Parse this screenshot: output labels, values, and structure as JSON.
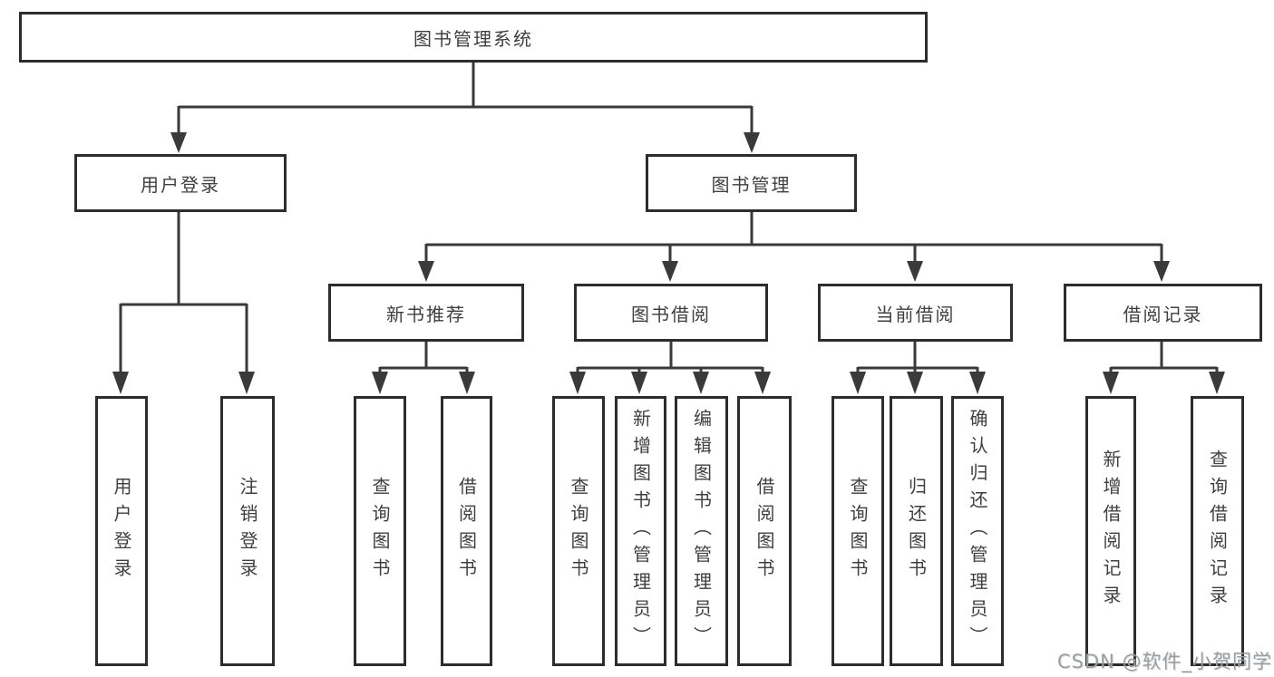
{
  "diagram": {
    "root": {
      "label": "图书管理系统"
    },
    "level2": [
      {
        "label": "用户登录"
      },
      {
        "label": "图书管理"
      }
    ],
    "level3": [
      {
        "label": "新书推荐"
      },
      {
        "label": "图书借阅"
      },
      {
        "label": "当前借阅"
      },
      {
        "label": "借阅记录"
      }
    ],
    "leaves": {
      "user_login": [
        {
          "label": "用户登录"
        },
        {
          "label": "注销登录"
        }
      ],
      "new_book_recommend": [
        {
          "label": "查询图书"
        },
        {
          "label": "借阅图书"
        }
      ],
      "book_borrowing": [
        {
          "label": "查询图书"
        },
        {
          "label": "新增图书（管理员）"
        },
        {
          "label": "编辑图书（管理员）"
        },
        {
          "label": "借阅图书"
        }
      ],
      "current_borrowing": [
        {
          "label": "查询图书"
        },
        {
          "label": "归还图书"
        },
        {
          "label": "确认归还（管理员）"
        }
      ],
      "borrowing_records": [
        {
          "label": "新增借阅记录"
        },
        {
          "label": "查询借阅记录"
        }
      ]
    },
    "watermark": "CSDN @软件_小贺同学",
    "colors": {
      "line": "#3a3a3a",
      "border": "#2d2d2d",
      "text": "#3f3f3f",
      "watermark": "#9b9ea1",
      "background": "#ffffff"
    }
  }
}
